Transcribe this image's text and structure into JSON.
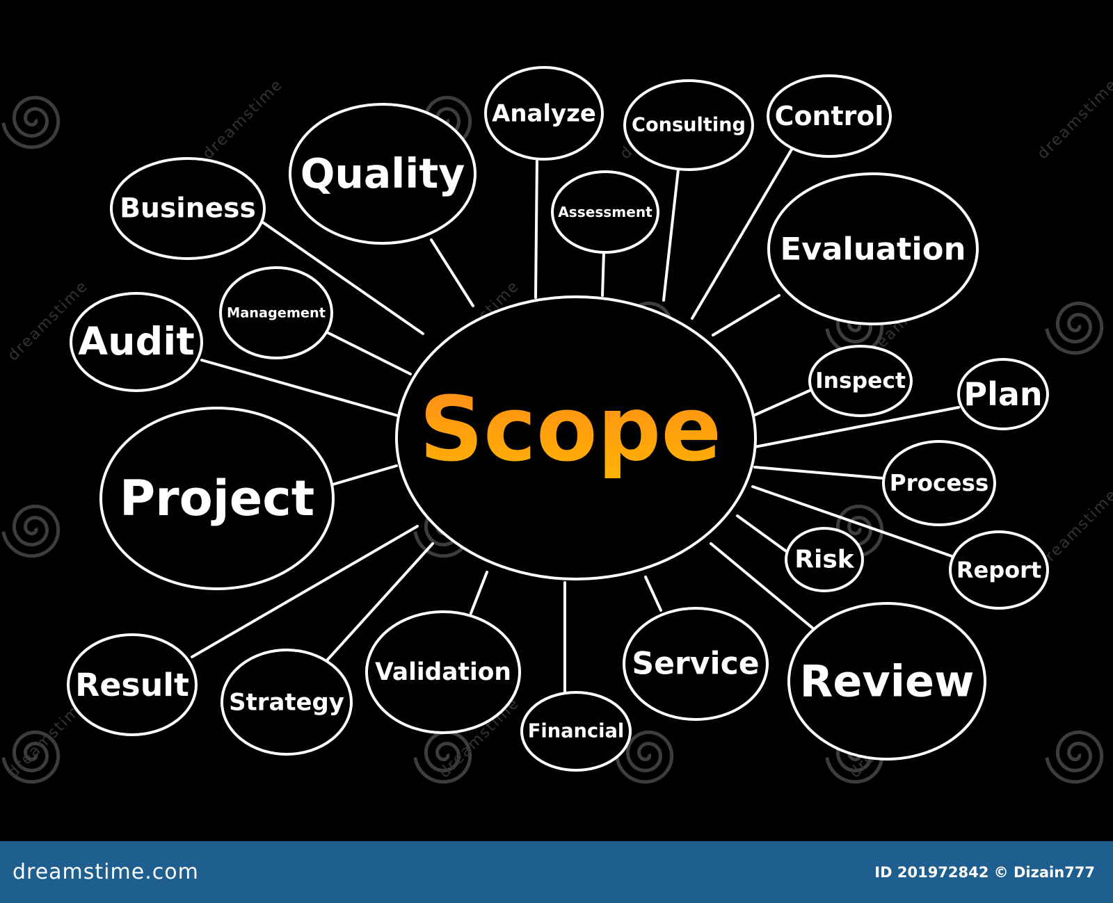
{
  "center": {
    "label": "Scope"
  },
  "nodes": [
    {
      "id": "business",
      "label": "Business"
    },
    {
      "id": "quality",
      "label": "Quality"
    },
    {
      "id": "analyze",
      "label": "Analyze"
    },
    {
      "id": "consulting",
      "label": "Consulting"
    },
    {
      "id": "control",
      "label": "Control"
    },
    {
      "id": "assessment",
      "label": "Assessment"
    },
    {
      "id": "evaluation",
      "label": "Evaluation"
    },
    {
      "id": "management",
      "label": "Management"
    },
    {
      "id": "audit",
      "label": "Audit"
    },
    {
      "id": "inspect",
      "label": "Inspect"
    },
    {
      "id": "plan",
      "label": "Plan"
    },
    {
      "id": "project",
      "label": "Project"
    },
    {
      "id": "process",
      "label": "Process"
    },
    {
      "id": "risk",
      "label": "Risk"
    },
    {
      "id": "report",
      "label": "Report"
    },
    {
      "id": "result",
      "label": "Result"
    },
    {
      "id": "strategy",
      "label": "Strategy"
    },
    {
      "id": "validation",
      "label": "Validation"
    },
    {
      "id": "financial",
      "label": "Financial"
    },
    {
      "id": "service",
      "label": "Service"
    },
    {
      "id": "review",
      "label": "Review"
    }
  ],
  "colors": {
    "background": "#000000",
    "stroke": "#ffffff",
    "center_gradient_top": "#ff8c1a",
    "center_gradient_bottom": "#ffb300",
    "footer": "#1e5f8f"
  },
  "watermark": {
    "text": "dreamstime"
  },
  "footer": {
    "logo": "dreamstime.com",
    "credit": "ID 201972842 © Dizain777"
  }
}
